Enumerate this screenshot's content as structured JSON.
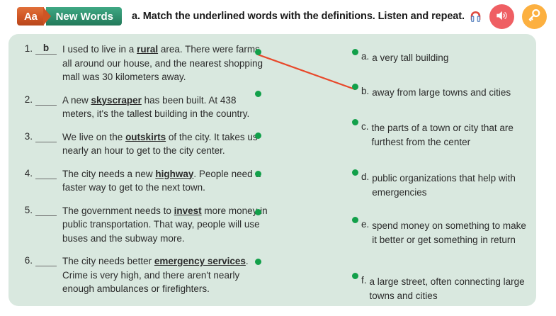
{
  "header": {
    "badge_aa": "Aa",
    "badge_label": "New Words",
    "instruction": "a. Match the underlined words with the definitions. Listen and repeat.",
    "headphone_icon": "headphones-icon",
    "audio_button_icon": "speaker-icon",
    "key_button_icon": "key-icon",
    "colors": {
      "badge_orange": "#cf5524",
      "badge_green": "#2f8f6d",
      "audio_red": "#ef5f63",
      "key_amber": "#fcb040"
    }
  },
  "card": {
    "background": "#d9e8df",
    "connector_color": "#e8482a",
    "dot_color": "#12a04a"
  },
  "questions": [
    {
      "number": "1.",
      "answer": "b",
      "text_before": "I used to live in a ",
      "keyword": "rural",
      "text_after": " area. There were farms all around our house, and the nearest shopping mall was 30 kilometers away."
    },
    {
      "number": "2.",
      "answer": "",
      "text_before": "A new ",
      "keyword": "skyscraper",
      "text_after": " has been built. At 438 meters, it's the tallest building in the country."
    },
    {
      "number": "3.",
      "answer": "",
      "text_before": "We live on the ",
      "keyword": "outskirts",
      "text_after": " of the city. It takes us nearly an hour to get to the city center."
    },
    {
      "number": "4.",
      "answer": "",
      "text_before": "The city needs a new ",
      "keyword": "highway",
      "text_after": ". People need a faster way to get to the next town."
    },
    {
      "number": "5.",
      "answer": "",
      "text_before": "The government needs to ",
      "keyword": "invest",
      "text_after": " more money in public transportation. That way, people will use buses and the subway more."
    },
    {
      "number": "6.",
      "answer": "",
      "text_before": "The city needs better ",
      "keyword": "emergency services",
      "text_after": ". Crime is very high, and there aren't nearly enough ambulances or firefighters."
    }
  ],
  "definitions": [
    {
      "letter": "a.",
      "text": "a very tall building"
    },
    {
      "letter": "b.",
      "text": "away from large towns and cities"
    },
    {
      "letter": "c.",
      "text": "the parts of a town or city that are furthest from the center"
    },
    {
      "letter": "d.",
      "text": "public organizations that help with emergencies"
    },
    {
      "letter": "e.",
      "text": "spend money on something to make it better or get something in return"
    },
    {
      "letter": "f.",
      "text": "a large street, often connecting large towns and cities"
    }
  ],
  "matches": [
    {
      "from": 1,
      "to": "b"
    }
  ]
}
